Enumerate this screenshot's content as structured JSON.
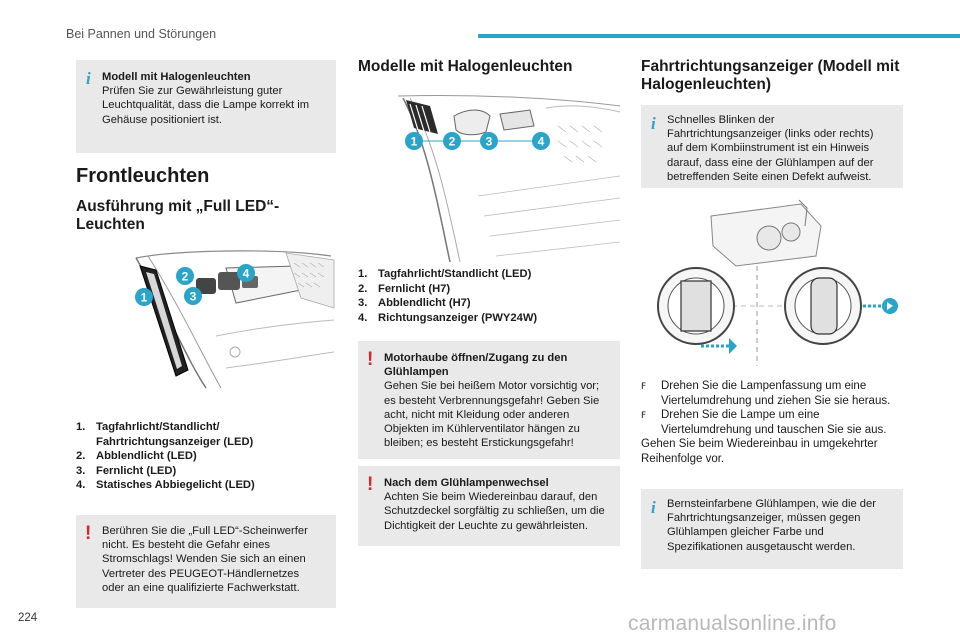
{
  "header": {
    "section": "Bei Pannen und Störungen"
  },
  "page_number": "224",
  "watermark": "carmanualsonline.info",
  "col1": {
    "info_box": {
      "title": "Modell mit Halogenleuchten",
      "text": "Prüfen Sie zur Gewährleistung guter Leuchtqualität, dass die Lampe korrekt im Gehäuse positioniert ist."
    },
    "heading": "Frontleuchten",
    "subheading": "Ausführung mit „Full LED“-Leuchten",
    "figure_labels": [
      "1",
      "2",
      "3",
      "4"
    ],
    "list": [
      {
        "n": "1.",
        "text": "Tagfahrlicht/Standlicht/ Fahrtrichtungsanzeiger (LED)"
      },
      {
        "n": "2.",
        "text": "Abblendlicht (LED)"
      },
      {
        "n": "3.",
        "text": "Fernlicht (LED)"
      },
      {
        "n": "4.",
        "text": "Statisches Abbiegelicht (LED)"
      }
    ],
    "warn_box": {
      "text": "Berühren Sie die „Full LED“-Scheinwerfer nicht. Es besteht die Gefahr eines Stromschlags! Wenden Sie sich an einen Vertreter des PEUGEOT-Händlernetzes oder an eine qualifizierte Fachwerkstatt."
    }
  },
  "col2": {
    "heading": "Modelle mit Halogenleuchten",
    "figure_labels": [
      "1",
      "2",
      "3",
      "4"
    ],
    "list": [
      {
        "n": "1.",
        "text": "Tagfahrlicht/Standlicht (LED)"
      },
      {
        "n": "2.",
        "text": "Fernlicht (H7)"
      },
      {
        "n": "3.",
        "text": "Abblendlicht (H7)"
      },
      {
        "n": "4.",
        "text": "Richtungsanzeiger (PWY24W)"
      }
    ],
    "warn_box_1": {
      "title": "Motorhaube öffnen/Zugang zu den Glühlampen",
      "text": "Gehen Sie bei heißem Motor vorsichtig vor; es besteht Verbrennungsgefahr! Geben Sie acht, nicht mit Kleidung oder anderen Objekten im Kühlerventilator hängen zu bleiben; es besteht Erstickungsgefahr!"
    },
    "warn_box_2": {
      "title": "Nach dem Glühlampenwechsel",
      "text": "Achten Sie beim Wiedereinbau darauf, den Schutzdeckel sorgfältig zu schließen, um die Dichtigkeit der Leuchte zu gewährleisten."
    }
  },
  "col3": {
    "heading": "Fahrtrichtungsanzeiger (Modell mit Halogenleuchten)",
    "info_box_1": {
      "text": "Schnelles Blinken der Fahrtrichtungsanzeiger (links oder rechts) auf dem Kombiinstrument ist ein Hinweis darauf, dass eine der Glühlampen auf der betreffenden Seite einen Defekt aufweist."
    },
    "bullets": [
      "Drehen Sie die Lampenfassung um eine Viertelumdrehung und ziehen Sie sie heraus.",
      "Drehen Sie die Lampe um eine Viertelumdrehung und tauschen Sie sie aus."
    ],
    "bullet_symbol": "F",
    "after_text": "Gehen Sie beim Wiedereinbau in umgekehrter Reihenfolge vor.",
    "info_box_2": {
      "text": "Bernsteinfarbene Glühlampen, wie die der Fahrtrichtungsanzeiger, müssen gegen Glühlampen gleicher Farbe und Spezifikationen ausgetauscht werden."
    }
  },
  "colors": {
    "accent": "#2aa4c8",
    "warning": "#d9252e",
    "box_bg": "#e9e9e9"
  }
}
